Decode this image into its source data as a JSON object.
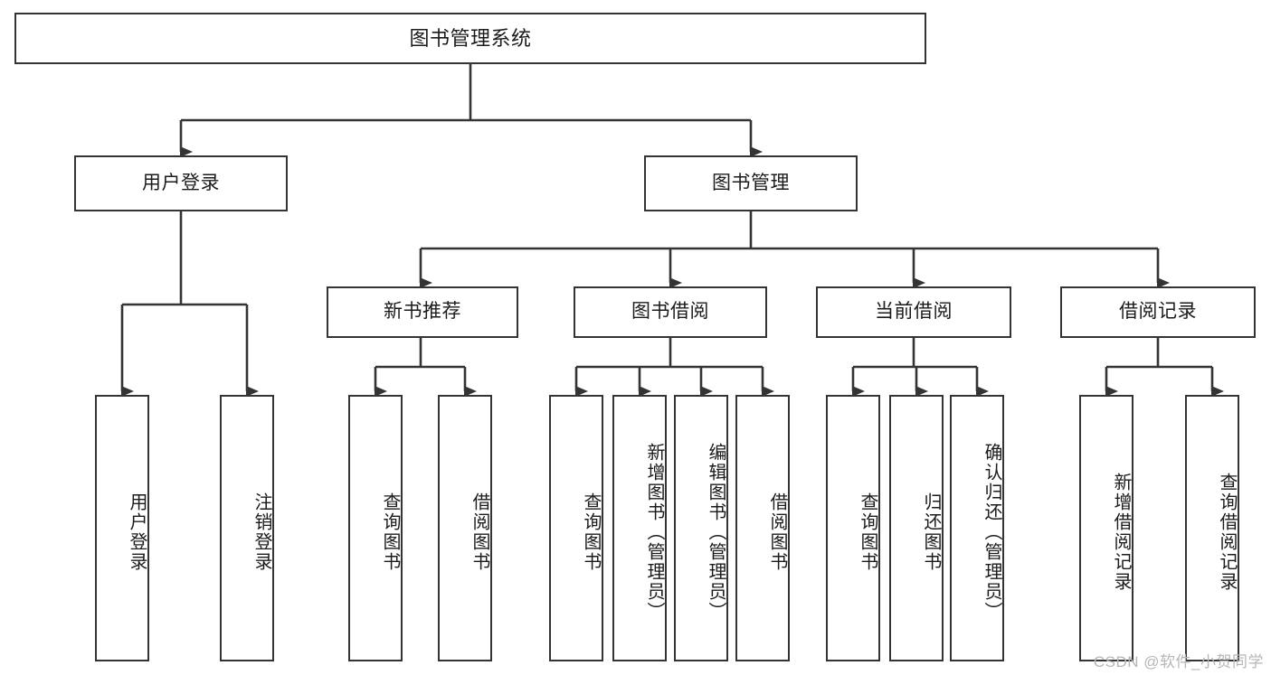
{
  "diagram": {
    "type": "tree",
    "title": "图书管理系统",
    "watermark": "CSDN @软件_小贺同学",
    "colors": {
      "stroke": "#343434",
      "fill": "#ffffff",
      "text": "#1b1b1b",
      "watermark": "#b6b6b6"
    },
    "nodes": {
      "root": {
        "label": "图书管理系统"
      },
      "level2": [
        {
          "label": "用户登录"
        },
        {
          "label": "图书管理"
        }
      ],
      "level3": [
        {
          "label": "新书推荐"
        },
        {
          "label": "图书借阅"
        },
        {
          "label": "当前借阅"
        },
        {
          "label": "借阅记录"
        }
      ],
      "leaves": {
        "user_login": [
          {
            "label": "用户登录"
          },
          {
            "label": "注销登录"
          }
        ],
        "new_book": [
          {
            "label": "查询图书"
          },
          {
            "label": "借阅图书"
          }
        ],
        "book_borrow": [
          {
            "label": "查询图书"
          },
          {
            "label": "新增图书（管理员）"
          },
          {
            "label": "编辑图书（管理员）"
          },
          {
            "label": "借阅图书"
          }
        ],
        "current_borrow": [
          {
            "label": "查询图书"
          },
          {
            "label": "归还图书"
          },
          {
            "label": "确认归还（管理员）"
          }
        ],
        "borrow_record": [
          {
            "label": "新增借阅记录"
          },
          {
            "label": "查询借阅记录"
          }
        ]
      }
    }
  }
}
